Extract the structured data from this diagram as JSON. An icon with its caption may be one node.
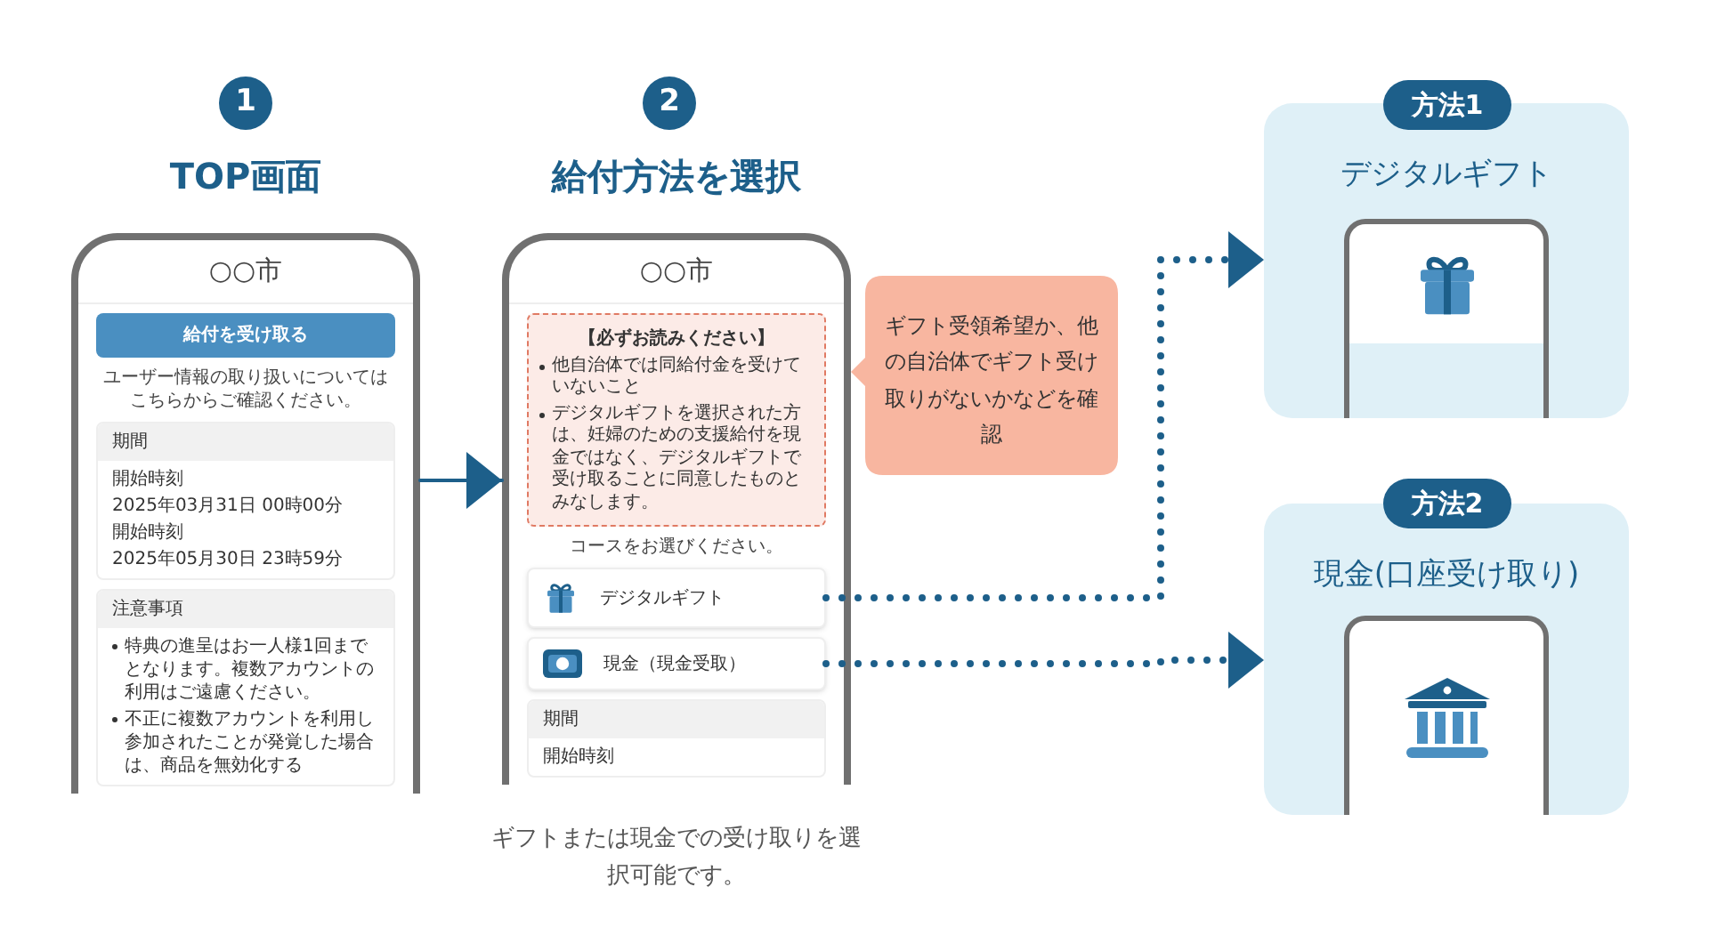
{
  "diagram": {
    "nodes": [
      {
        "text": [
          "1"
        ]
      },
      {
        "text": [
          "○○市",
          "ユーザー情報の取り扱いについてはこちらからご確認ください。"
        ]
      },
      {
        "text": [
          "給付を受け取る"
        ],
        "in": 1
      },
      {
        "text": [
          "期間",
          "開始時刻",
          "2025年03月31日 00時00分",
          "開始時刻",
          "2025年05月30日 23時59分"
        ],
        "in": 1
      },
      {
        "text": [
          "注意事項",
          "特典の進呈はお一人様1回までとなります。複数アカウントの利用はご遠慮ください。",
          "不正に複数アカウントを利用し参加されたことが発覚した場合は、商品を無効化する"
        ],
        "in": 1
      },
      {
        "text": [
          "2"
        ]
      },
      {
        "text": [
          "○○市",
          "コースをお選びください。"
        ]
      },
      {
        "text": [
          "【必ずお読みください】",
          "他自治体では同給付金を受けていないこと",
          "デジタルギフトを選択された方は、妊婦のための支援給付を現金ではなく、デジタルギフトで受け取ることに同意したものとみなします。"
        ],
        "in": 6
      },
      {
        "text": [
          "デジタルギフト"
        ],
        "in": 6
      },
      {
        "text": [
          "現金（現金受取）"
        ],
        "in": 6
      },
      {
        "text": [
          "期間",
          "開始時刻"
        ],
        "in": 6
      },
      {
        "text": [
          "ギフト受領希望か、他の自治体でギフト受け取りがないかなどを確認"
        ]
      },
      {
        "text": [
          "方法1"
        ]
      },
      {
        "text": [
          "デジタルギフト"
        ]
      },
      {
        "text": [],
        "shape": "box",
        "in": 13
      },
      {
        "text": [
          "方法2"
        ]
      },
      {
        "text": [
          "現金(口座受け取り)"
        ]
      },
      {
        "text": [],
        "shape": "box",
        "in": 16
      }
    ],
    "edges": [
      {
        "from": 1,
        "to": 6,
        "arrow": "to"
      },
      {
        "from": 8,
        "to": 13,
        "arrow": "to",
        "style": "dashed"
      },
      {
        "from": 9,
        "to": 16,
        "arrow": "to",
        "style": "dashed"
      }
    ],
    "labels": [
      "TOP画面",
      "給付方法を選択",
      "ギフトまたは現金での受け取りを選択可能です。"
    ]
  }
}
